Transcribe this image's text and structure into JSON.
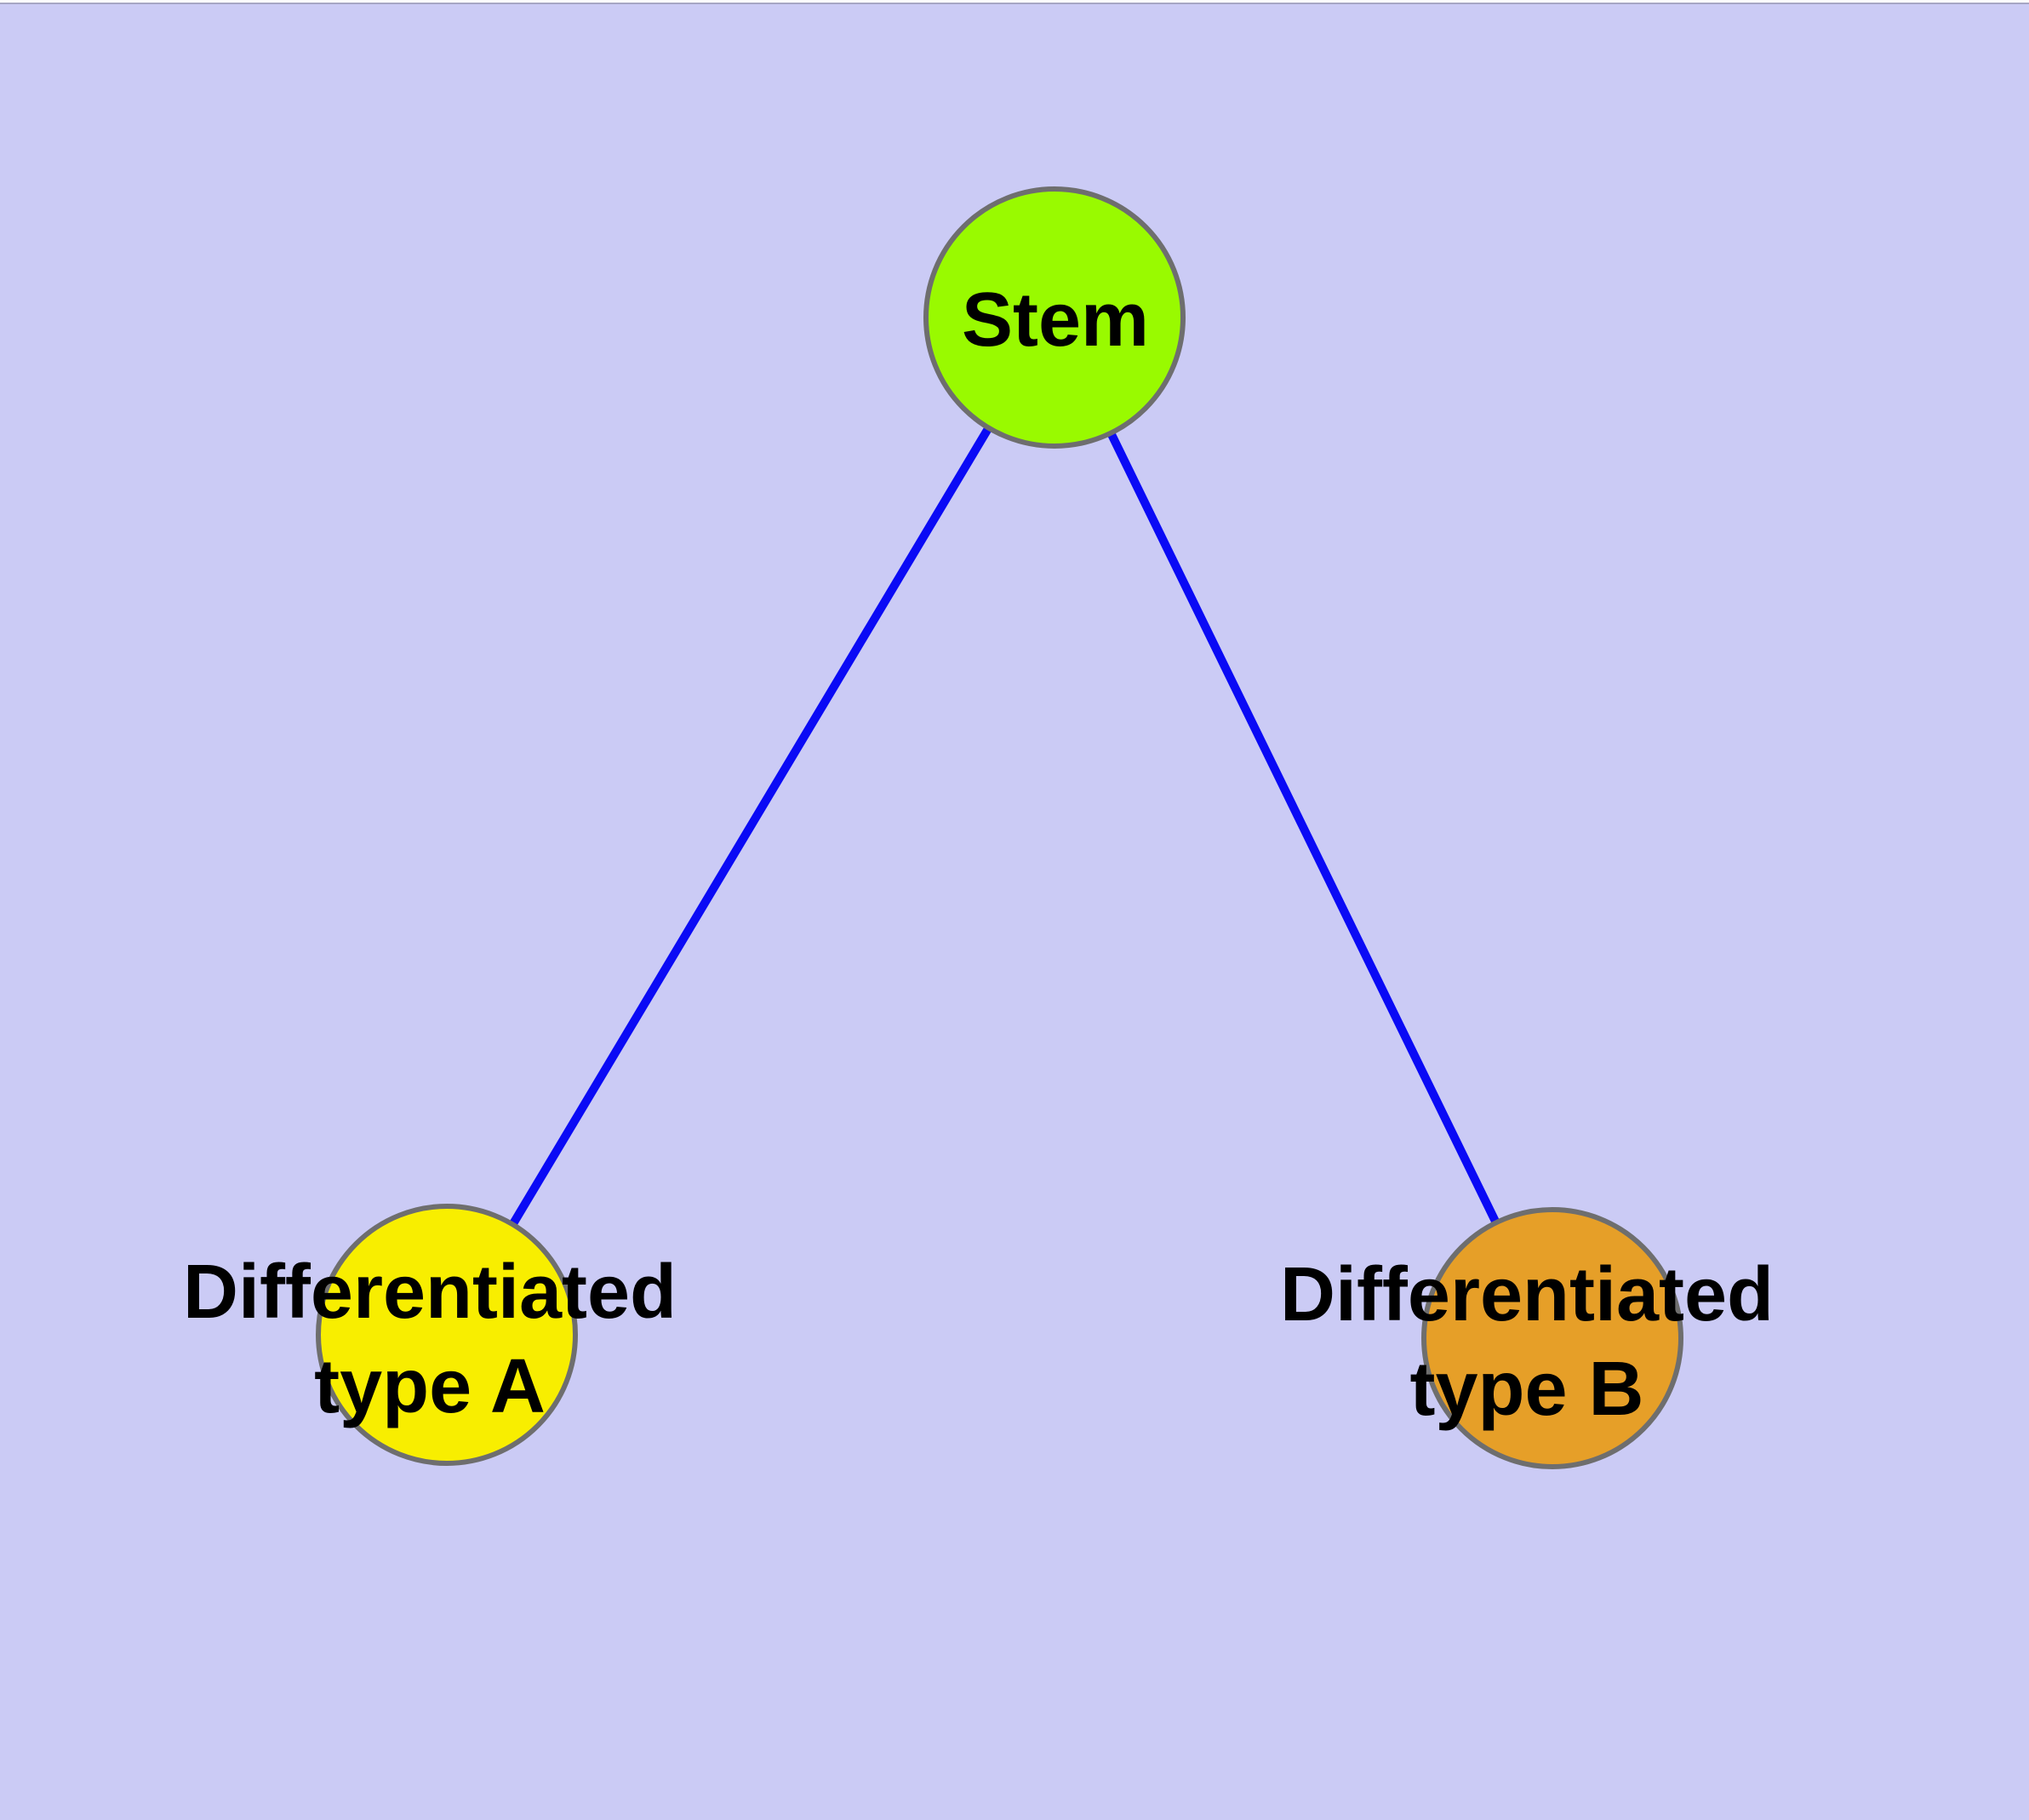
{
  "diagram": {
    "background_color": "#cbcbf5",
    "edge_color": "#0a0af5",
    "node_border_color": "#6e6e6e",
    "label_color": "#000000",
    "nodes": [
      {
        "id": "stem",
        "label": "Stem",
        "label_lines": [
          "Stem"
        ],
        "color": "#99fa00"
      },
      {
        "id": "type-a",
        "label": "Differentiated type A",
        "label_lines": [
          "Differentiated",
          "type A"
        ],
        "color": "#f8ee00"
      },
      {
        "id": "type-b",
        "label": "Differentiated type B",
        "label_lines": [
          "Differentiated",
          "type B"
        ],
        "color": "#e69f28"
      }
    ],
    "edges": [
      {
        "from": "stem",
        "to": "type-a"
      },
      {
        "from": "stem",
        "to": "type-b"
      }
    ]
  }
}
